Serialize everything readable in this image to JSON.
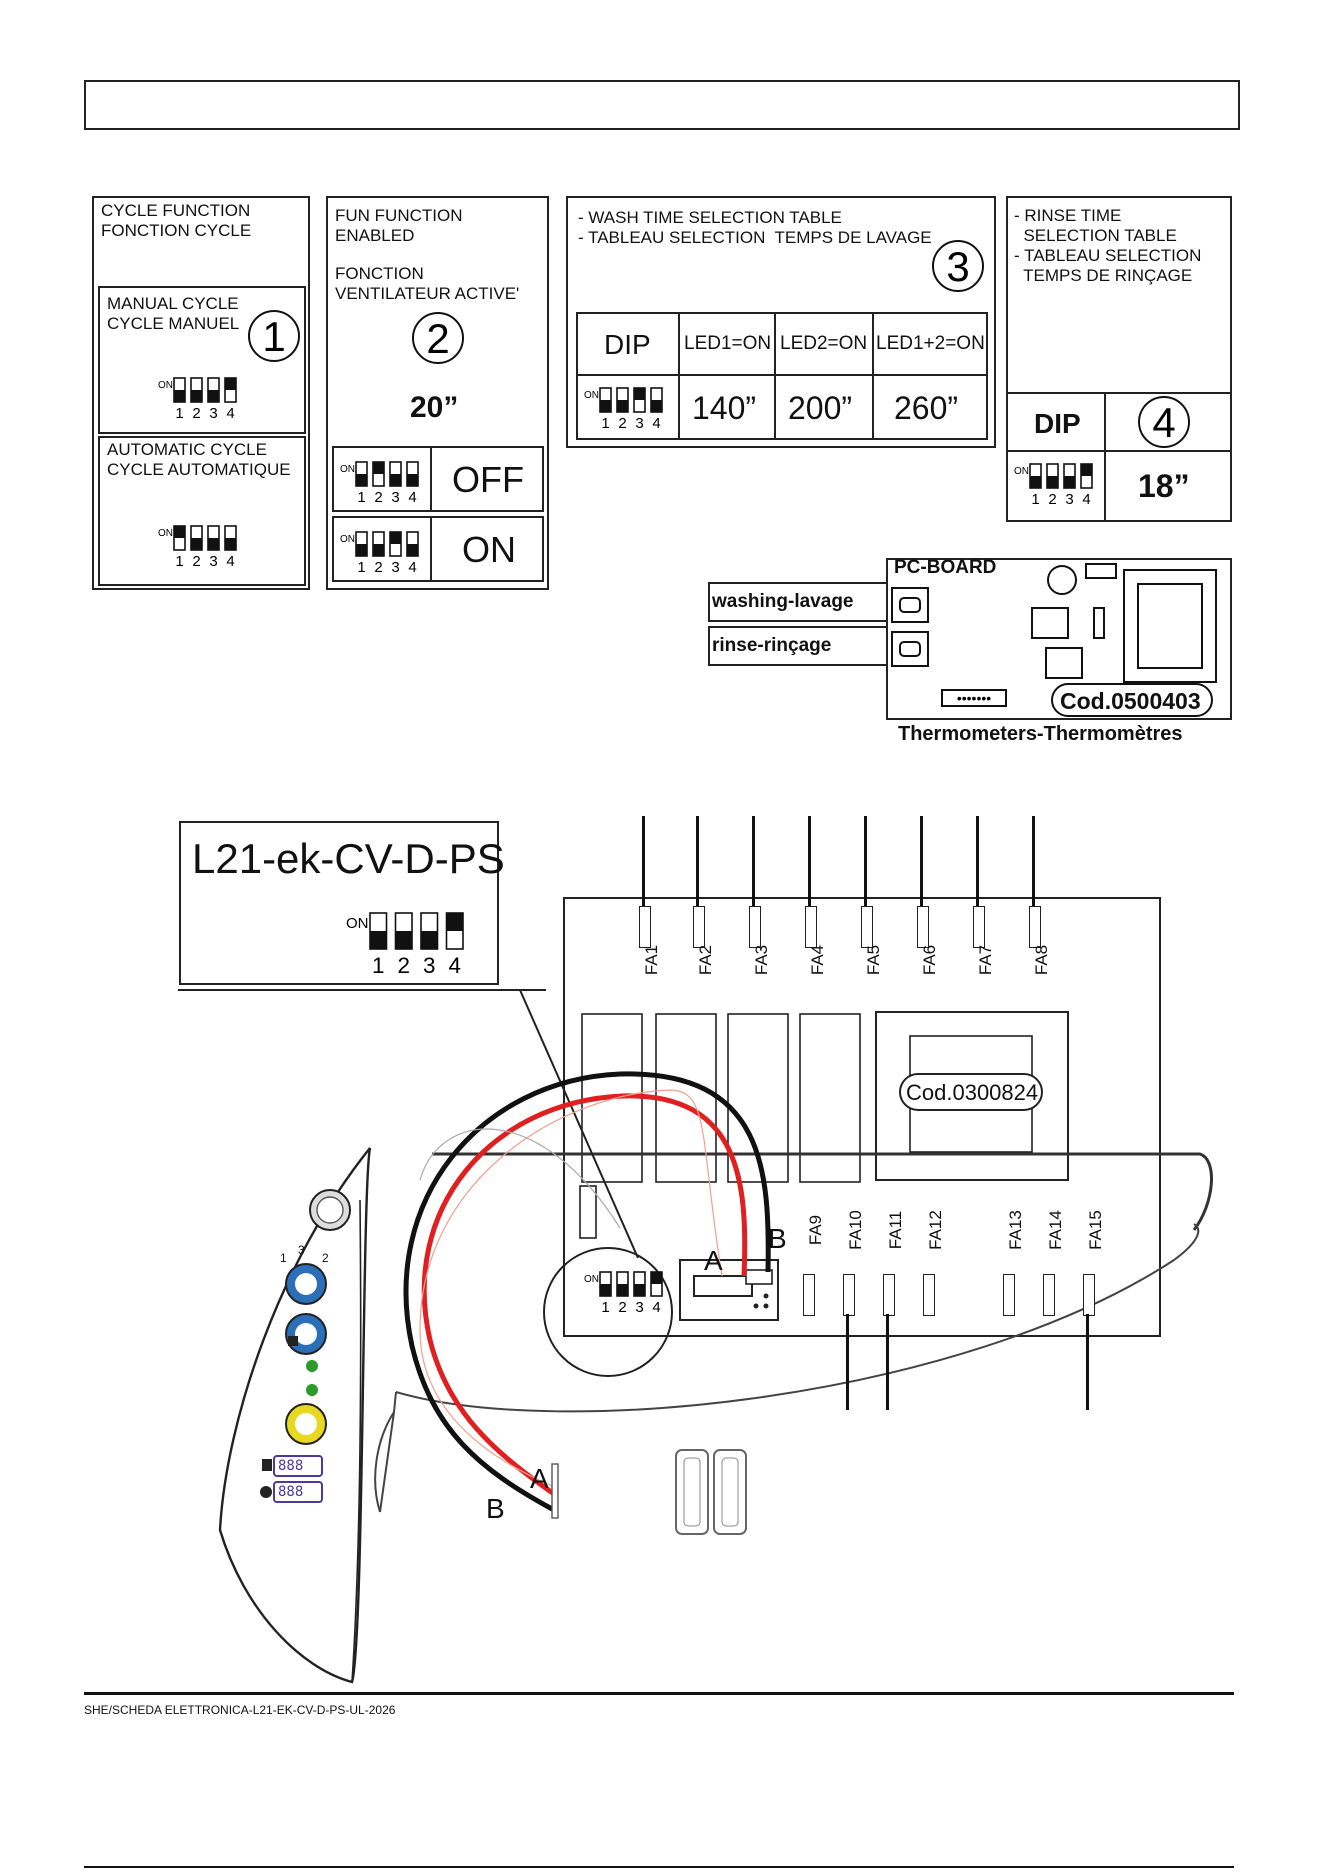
{
  "top_header_box": "",
  "panel1": {
    "title_en": "CYCLE FUNCTION",
    "title_fr": "FONCTION CYCLE",
    "manual_en": "MANUAL CYCLE",
    "manual_fr": "CYCLE MANUEL",
    "number": "1",
    "auto_en": "AUTOMATIC CYCLE",
    "auto_fr": "CYCLE AUTOMATIQUE"
  },
  "panel2": {
    "title_en1": "FUN FUNCTION",
    "title_en2": "ENABLED",
    "title_fr1": "FONCTION",
    "title_fr2": "VENTILATEUR ACTIVE'",
    "number": "2",
    "time": "20”",
    "off": "OFF",
    "on": "ON"
  },
  "panel3": {
    "title_en": "- WASH TIME SELECTION TABLE",
    "title_fr": "- TABLEAU SELECTION  TEMPS DE LAVAGE",
    "number": "3",
    "headers": [
      "DIP",
      "LED1=ON",
      "LED2=ON",
      "LED1+2=ON"
    ],
    "values": [
      "140”",
      "200”",
      "260”"
    ]
  },
  "panel4": {
    "title1": "- RINSE TIME",
    "title2": "  SELECTION TABLE",
    "title3": "- TABLEAU SELECTION",
    "title4": "  TEMPS DE RINÇAGE",
    "number": "4",
    "dip": "DIP",
    "time": "18”"
  },
  "dip": {
    "on": "ON",
    "n1": "1",
    "n2": "2",
    "n3": "3",
    "n4": "4"
  },
  "pcboard": {
    "title": "PC-BOARD",
    "washing": "washing-lavage",
    "rinse": "rinse-rinçage",
    "code": "Cod.0500403",
    "caption": "Thermometers-Thermomètres"
  },
  "main_board": {
    "model": "L21-ek-CV-D-PS",
    "code": "Cod.0300824",
    "fuses_top": [
      "FA1",
      "FA2",
      "FA3",
      "FA4",
      "FA5",
      "FA6",
      "FA7",
      "FA8"
    ],
    "fuses_bottom": [
      "FA9",
      "FA10",
      "FA11",
      "FA12",
      "FA13",
      "FA14",
      "FA15"
    ],
    "conn_a": "A",
    "conn_b": "B"
  },
  "control_panel": {
    "digits1": "888",
    "digits2": "888",
    "pos1": "1",
    "pos2": "2",
    "pos3": "3"
  },
  "footer": "SHE/SCHEDA ELETTRONICA-L21-EK-CV-D-PS-UL-2026"
}
